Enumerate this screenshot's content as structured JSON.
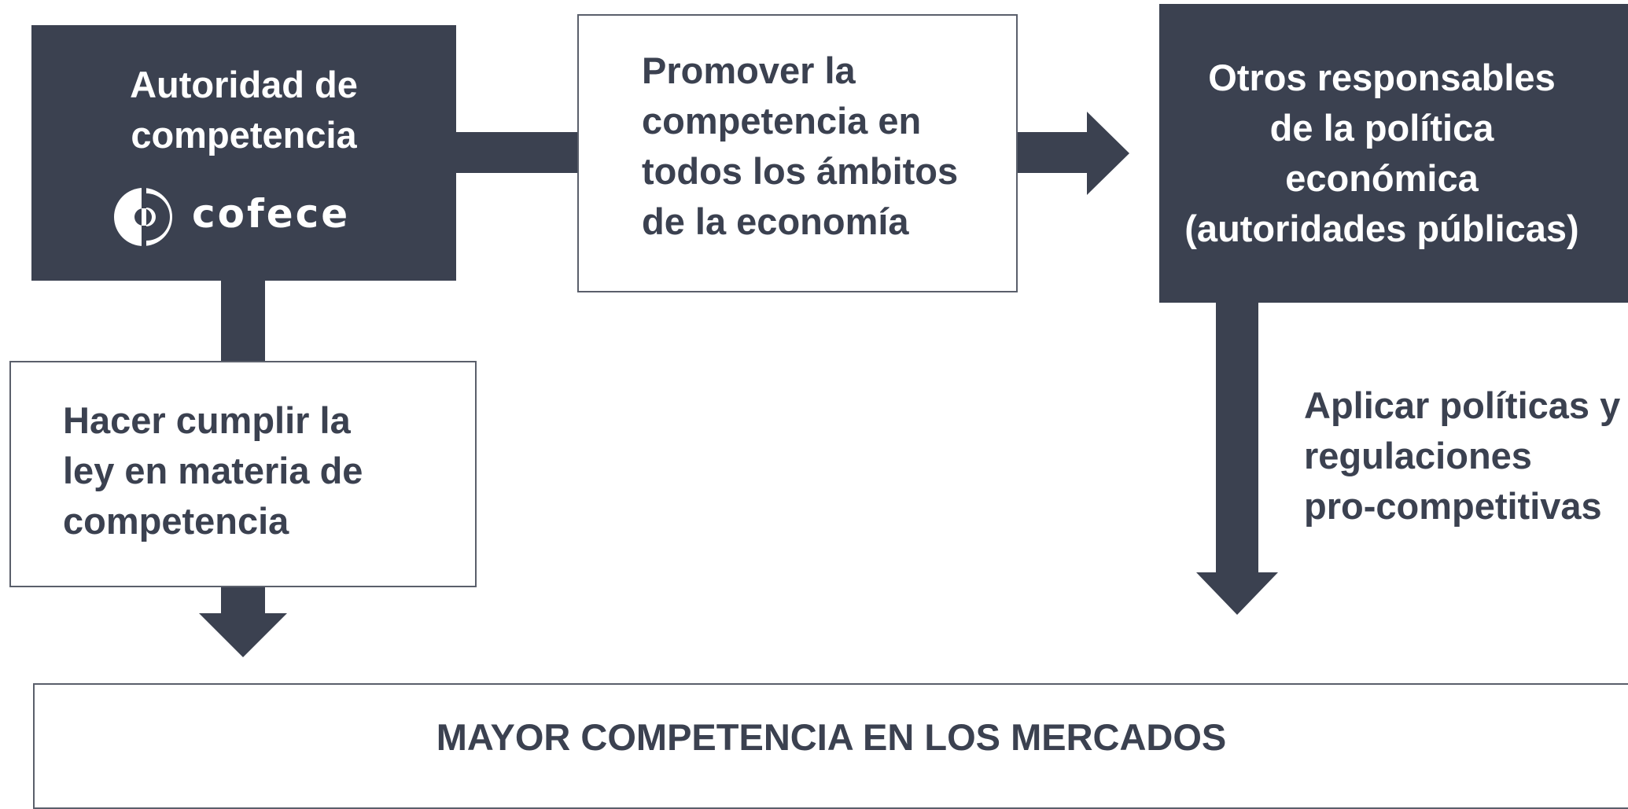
{
  "colors": {
    "dark": "#3b4150",
    "border": "#5a5f6b",
    "text_dark": "#3b4150",
    "text_light": "#ffffff"
  },
  "authority": {
    "title_lines": [
      "Autoridad de",
      "competencia"
    ],
    "logo_text": "cofece",
    "logo_icon": "cofece-logo-icon"
  },
  "promote": {
    "lines": [
      "Promover la",
      "competencia en",
      "todos los ámbitos",
      "de la economía"
    ]
  },
  "others": {
    "lines": [
      "Otros responsables",
      "de la política",
      "económica",
      "(autoridades públicas)"
    ]
  },
  "enforce": {
    "lines": [
      "Hacer cumplir la",
      "ley en materia de",
      "competencia"
    ]
  },
  "apply": {
    "lines": [
      "Aplicar políticas y",
      "regulaciones",
      "pro-competitivas"
    ]
  },
  "outcome": {
    "label": "MAYOR COMPETENCIA EN LOS MERCADOS"
  }
}
